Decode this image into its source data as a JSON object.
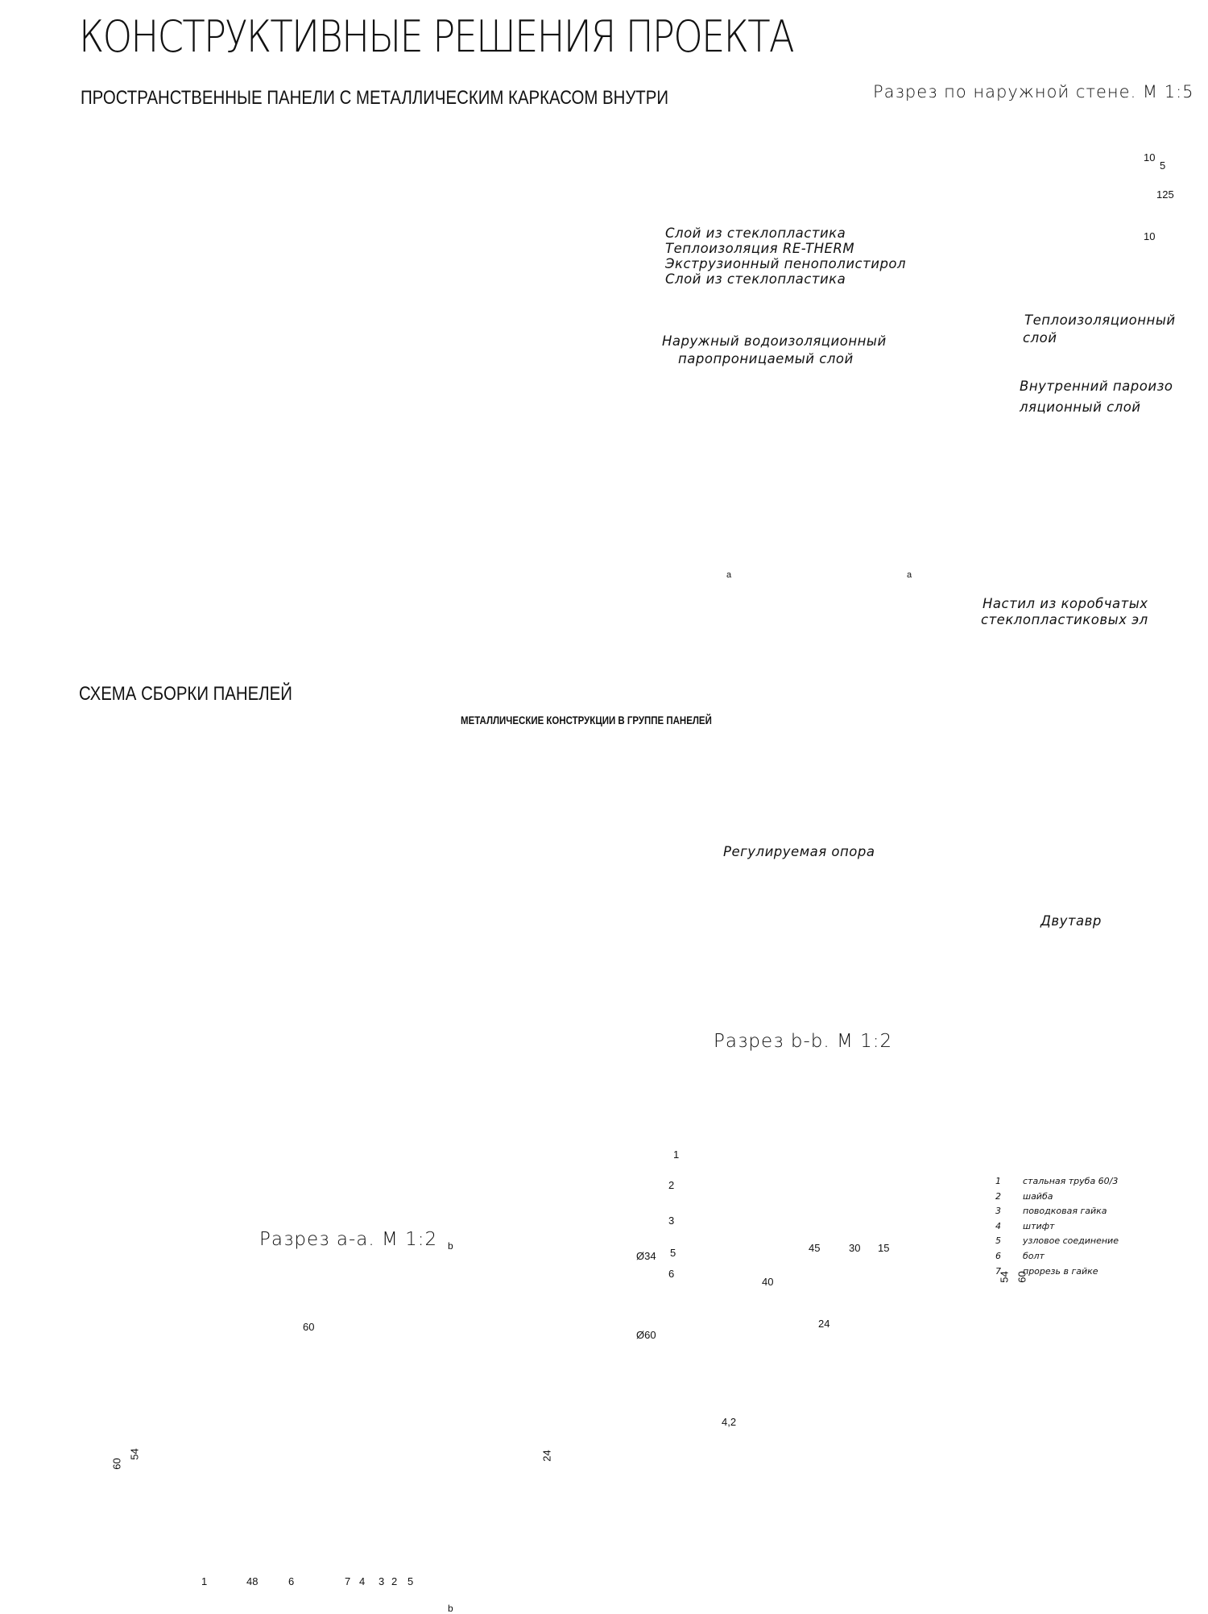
{
  "header": {
    "title": "КОНСТРУКТИВНЫЕ РЕШЕНИЯ ПРОЕКТА",
    "subtitle": "ПРОСТРАНСТВЕННЫЕ ПАНЕЛИ С МЕТАЛЛИЧЕСКИМ КАРКАСОМ ВНУТРИ"
  },
  "sections": {
    "assembly_title": "СХЕМА СБОРКИ ПАНЕЛЕЙ",
    "metal_caption": "МЕТАЛЛИЧЕСКИЕ КОНСТРУКЦИИ В ГРУППЕ ПАНЕЛЕЙ",
    "wall_section_title": "Разрез по наружной стене. М 1:5",
    "section_bb_title": "Разрез b-b. М 1:2",
    "section_aa_title": "Разрез a-a. М 1:2"
  },
  "wall_layers": [
    "Слой из стеклопластика",
    "Теплоизоляция RE-THERM",
    "Экструзионный пенополистирол",
    "Слой из стеклопластика"
  ],
  "callouts": {
    "outer_membrane_line1": "Наружный водоизоляционный",
    "outer_membrane_line2": "паропроницаемый слой",
    "thermal_line1": "Теплоизоляционный",
    "thermal_line2": "слой",
    "vapor_line1": "Внутренний пароизо",
    "vapor_line2": "ляционный слой",
    "deck_line1": "Настил из коробчатых",
    "deck_line2": "стеклопластиковых эл",
    "support": "Регулируемая опора",
    "ibeam": "Двутавр"
  },
  "wall_dims": [
    "10",
    "5",
    "125",
    "10"
  ],
  "section_marks": [
    "a",
    "a",
    "b",
    "b"
  ],
  "node_legend": [
    {
      "num": "1",
      "text": "стальная труба 60/3"
    },
    {
      "num": "2",
      "text": "шайба"
    },
    {
      "num": "3",
      "text": "поводковая гайка"
    },
    {
      "num": "4",
      "text": "штифт"
    },
    {
      "num": "5",
      "text": "узловое соединение"
    },
    {
      "num": "6",
      "text": "болт"
    },
    {
      "num": "7",
      "text": "прорезь в гайке"
    }
  ],
  "node_dims": {
    "d1": "Ø34",
    "d2": "Ø60",
    "a": "45",
    "b": "30",
    "c": "15",
    "len": "40",
    "w1": "54",
    "w2": "60",
    "t": "24",
    "s": "4,2"
  },
  "node_leader_numbers": [
    "1",
    "2",
    "3",
    "5",
    "6"
  ],
  "aa_dims": {
    "top": "60",
    "h1": "60",
    "h2": "54",
    "r": "24",
    "bottom": "48",
    "b_marks": [
      "1",
      "6",
      "7",
      "4",
      "3",
      "2",
      "5"
    ]
  }
}
